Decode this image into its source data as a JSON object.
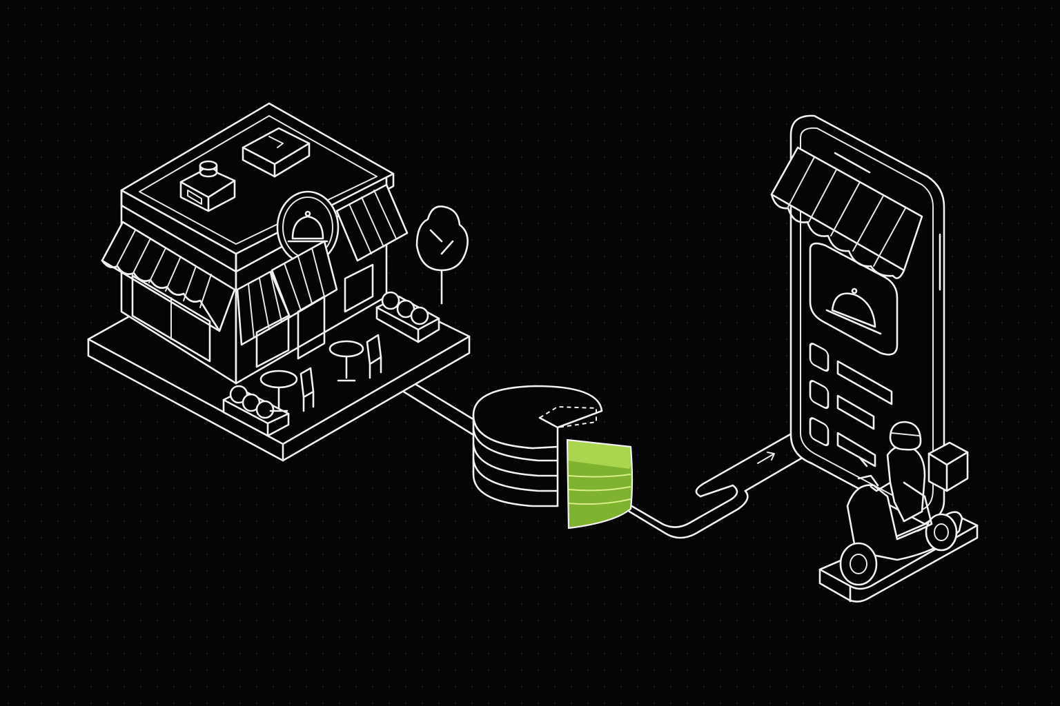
{
  "colors": {
    "background": "#050507",
    "line": "#f2f2f2",
    "accent": "#8fc13a",
    "accent_light": "#a9d64e",
    "accent_dark": "#5f8a1c",
    "grid_dot": "#2a2a2e"
  },
  "illustration": {
    "nodes": [
      {
        "id": "restaurant",
        "icon": "restaurant-storefront-icon"
      },
      {
        "id": "database",
        "icon": "database-stack-icon",
        "highlighted_slice": true
      },
      {
        "id": "phone-app",
        "icon": "smartphone-food-app-icon"
      },
      {
        "id": "courier",
        "icon": "delivery-scooter-icon"
      }
    ],
    "connections": [
      {
        "from": "restaurant",
        "to": "database"
      },
      {
        "from": "database",
        "to": "phone-app",
        "direction_arrow": true
      }
    ]
  }
}
